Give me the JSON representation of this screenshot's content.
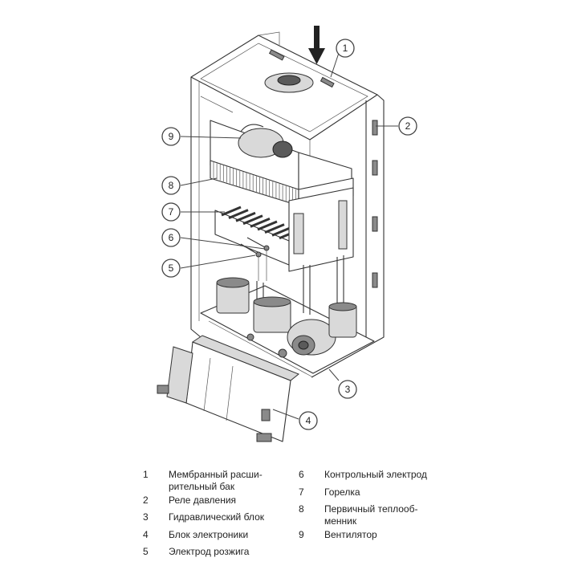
{
  "callouts": [
    "1",
    "2",
    "3",
    "4",
    "5",
    "6",
    "7",
    "8",
    "9"
  ],
  "legend": [
    {
      "num": "1",
      "text": "Мембранный расши-\nрительный бак"
    },
    {
      "num": "2",
      "text": "Реле давления"
    },
    {
      "num": "3",
      "text": "Гидравлический блок"
    },
    {
      "num": "4",
      "text": "Блок электроники"
    },
    {
      "num": "5",
      "text": "Электрод розжига"
    },
    {
      "num": "6",
      "text": "Контрольный электрод"
    },
    {
      "num": "7",
      "text": "Горелка"
    },
    {
      "num": "8",
      "text": "Первичный теплооб-\nменник"
    },
    {
      "num": "9",
      "text": "Вентилятор"
    }
  ],
  "colors": {
    "line": "#333333",
    "shade": "#d9d9d9",
    "dark": "#8a8a8a"
  }
}
